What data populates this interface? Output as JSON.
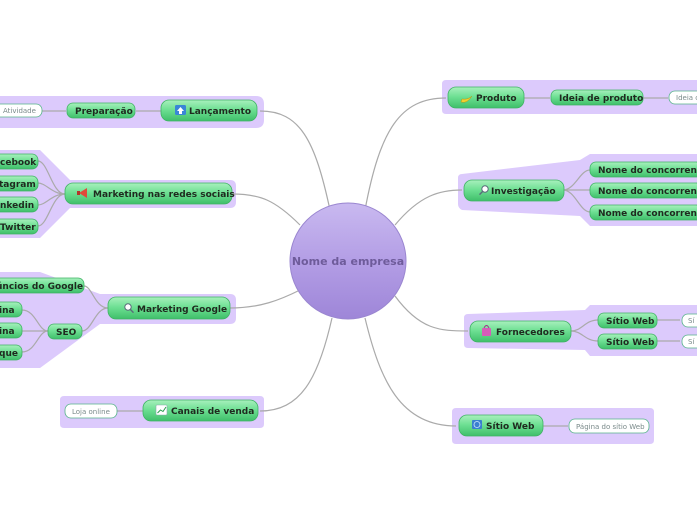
{
  "center": {
    "label": "Nome da empresa"
  },
  "icons": {
    "produto": "banana-icon",
    "investigacao": "magnifier-icon",
    "fornecedores": "shopping-bag-icon",
    "sitio_web": "globe-icon",
    "canais_de_venda": "chart-icon",
    "marketing_google": "magnifier-icon",
    "marketing_redes": "megaphone-icon",
    "lancamento": "up-arrow-icon"
  },
  "colors": {
    "node_green": "#5fd987",
    "group_purple": "#dcc9fc",
    "center_purple": "#b7a3e8"
  },
  "right": {
    "produto": {
      "label": "Produto",
      "child": "Ideia de produto",
      "note": "Ideia c"
    },
    "investigacao": {
      "label": "Investigação",
      "children": [
        "Nome do concorrente",
        "Nome do concorrente",
        "Nome do concorrente"
      ]
    },
    "fornecedores": {
      "label": "Fornecedores",
      "children": [
        "Sítio Web",
        "Sítio Web"
      ],
      "notes": [
        "Sí",
        "Sí"
      ]
    },
    "sitio_web": {
      "label": "Sítio Web",
      "note": "Página do sítio Web"
    }
  },
  "left": {
    "lancamento": {
      "label": "Lançamento",
      "child": "Preparação",
      "note": "Atividade"
    },
    "marketing_redes": {
      "label": "Marketing nas redes sociais",
      "children": [
        "cebook",
        "tagram",
        "nkedin",
        "Twitter"
      ]
    },
    "marketing_google": {
      "label": "Marketing Google",
      "child_top": "úncios do Google",
      "seo": "SEO",
      "seo_children": [
        "ina",
        "ina",
        "que"
      ]
    },
    "canais_de_venda": {
      "label": "Canais de venda",
      "note": "Loja online"
    }
  }
}
